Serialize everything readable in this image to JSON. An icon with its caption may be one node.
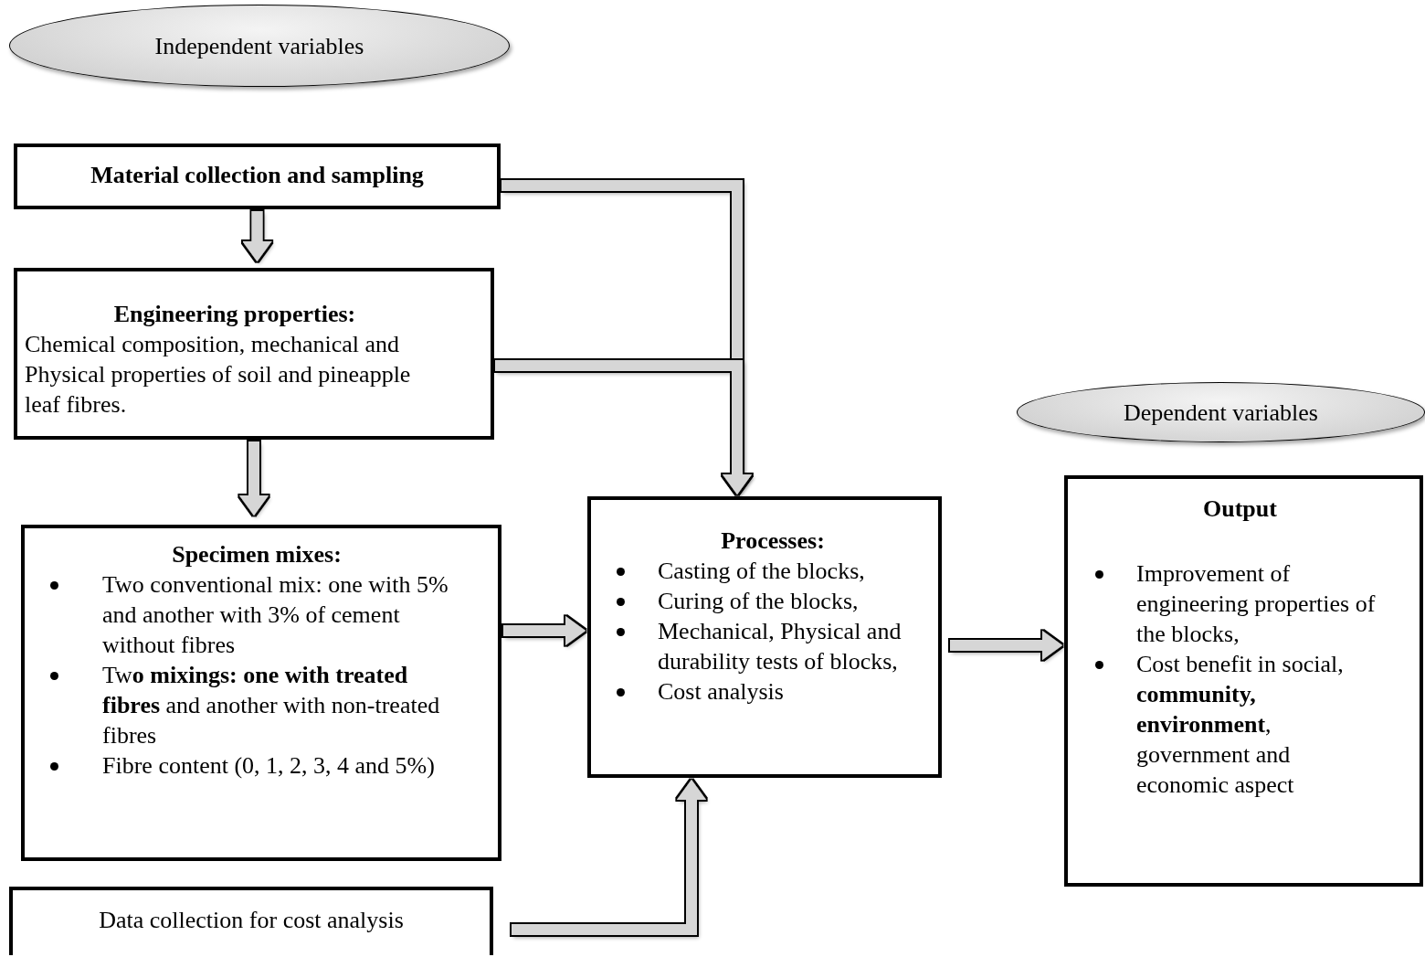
{
  "diagram": {
    "nodes": [
      {
        "text": [
          "Independent variables"
        ]
      },
      {
        "text": [
          "Material collection and sampling"
        ]
      },
      {
        "text": [
          "Engineering properties:",
          "Chemical composition, mechanical and Physical properties of soil and pineapple leaf fibres."
        ]
      },
      {
        "text": [
          "Specimen mixes:",
          "Two conventional mix: one with 5% and another with 3% of cement without fibres",
          "Tw**o mixings: one with treated fibres** and another with non-treated fibres",
          "Fibre content (0, 1, 2, 3, 4 and 5%)"
        ]
      },
      {
        "text": [
          "Data collection for cost analysis"
        ]
      },
      {
        "text": [
          "Processes:",
          "Casting of the blocks,",
          "Curing of the blocks,",
          "Mechanical, Physical and durability tests of blocks,",
          "Cost analysis"
        ]
      },
      {
        "text": [
          "Dependent variables"
        ]
      },
      {
        "text": [
          "Output",
          "Improvement of engineering properties of the blocks,",
          "Cost benefit in social, **community, environment**, government and economic aspect"
        ]
      }
    ],
    "edges": [
      {
        "from": 1,
        "to": 2,
        "arrow": "to"
      },
      {
        "from": 2,
        "to": 3,
        "arrow": "to"
      },
      {
        "from": 3,
        "to": 5,
        "arrow": "to"
      },
      {
        "from": 1,
        "to": 5,
        "arrow": "to"
      },
      {
        "from": 2,
        "to": 5,
        "arrow": "to"
      },
      {
        "from": 4,
        "to": 5,
        "arrow": "to"
      },
      {
        "from": 5,
        "to": 7,
        "arrow": "to"
      }
    ]
  }
}
